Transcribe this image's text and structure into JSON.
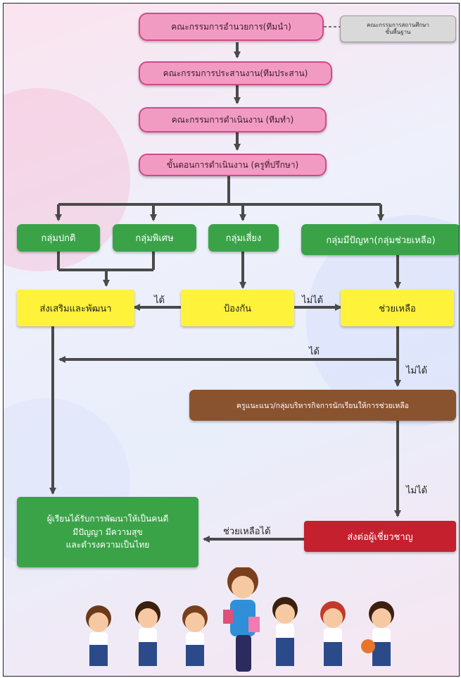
{
  "nodes": {
    "lead_committee": "คณะกรรมการอำนวยการ(ทีมนำ)",
    "school_board": [
      "คณะกรรมการสถานศึกษา",
      "ขั้นพื้นฐาน"
    ],
    "coord_committee": "คณะกรรมการประสานงาน(ทีมประสาน)",
    "ops_committee": "คณะกรรมการดำเนินงาน (ทีมทำ)",
    "process": "ขั้นตอนการดำเนินงาน (ครูที่ปรึกษา)",
    "group_normal": "กลุ่มปกติ",
    "group_special": "กลุ่มพิเศษ",
    "group_risk": "กลุ่มเสี่ยง",
    "group_problem": "กลุ่มมีปัญหา(กลุ่มช่วยเหลือ)",
    "promote": "ส่งเสริมและพัฒนา",
    "prevent": "ป้องกัน",
    "help": "ช่วยเหลือ",
    "counselor": "ครูแนะแนว/กลุ่มบริหารกิจการนักเรียนให้การช่วยเหลือ",
    "refer": "ส่งต่อผู้เชี่ยวชาญ",
    "outcome": [
      "ผู้เรียนได้รับการพัฒนาให้เป็นคนดี",
      "มีปัญญา มีความสุข",
      "และดำรงความเป็นไทย"
    ]
  },
  "edge_labels": {
    "prevent_to_promote": "ได้",
    "prevent_to_help": "ไม่ได้",
    "help_back": "ได้",
    "help_to_counselor": "ไม่ได้",
    "counselor_to_refer": "ไม่ได้",
    "refer_to_outcome": "ช่วยเหลือได้"
  },
  "colors": {
    "pink": "#f29bc2",
    "green": "#3aa348",
    "yellow": "#fff23a",
    "brown": "#8a5330",
    "red": "#c4202e",
    "gray": "#d9d9d9",
    "arrow": "#4a4a4a"
  }
}
